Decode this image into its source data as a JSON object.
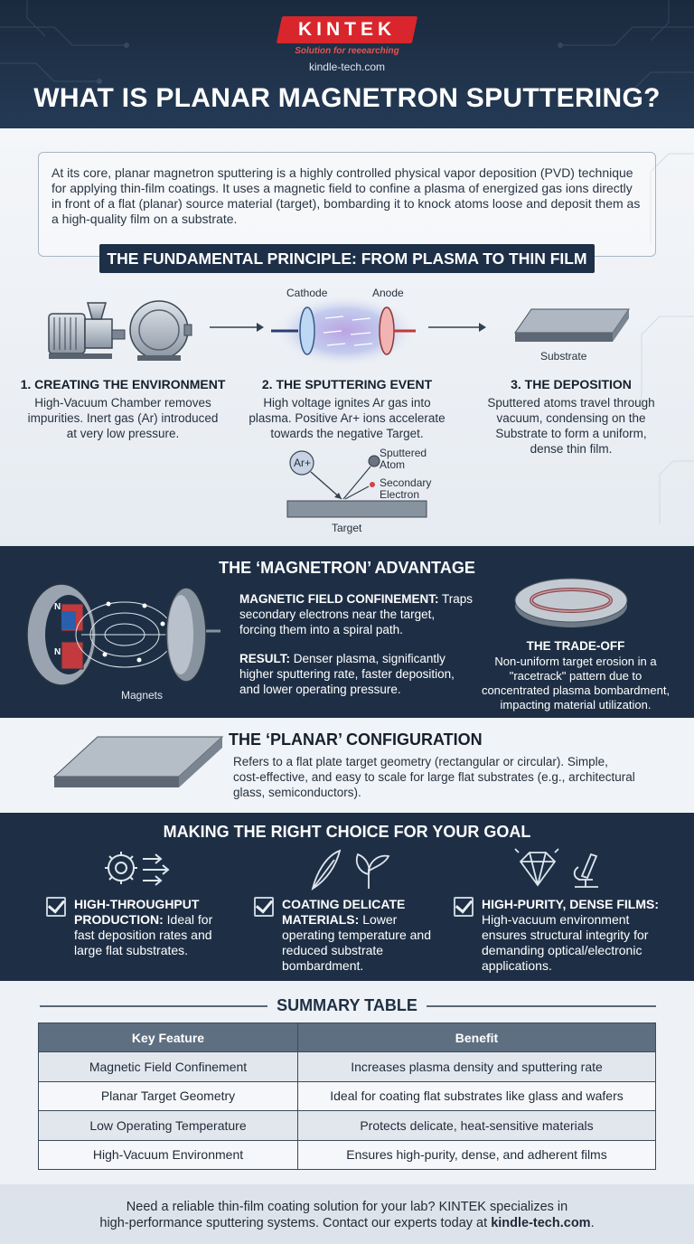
{
  "brand": {
    "logo": "KINTEK",
    "tagline": "Solution for reeearching",
    "site": "kindle-tech.com"
  },
  "main_title": "WHAT IS PLANAR MAGNETRON SPUTTERING?",
  "intro": "At its core, planar magnetron sputtering is a highly controlled physical vapor deposition (PVD) technique for applying thin-film coatings. It uses a magnetic field to confine a plasma of energized gas ions directly in front of a flat (planar) source material (target), bombarding it to knock atoms loose and deposit them as a high-quality film on a substrate.",
  "principle": {
    "title": "THE FUNDAMENTAL PRINCIPLE: FROM PLASMA TO THIN FILM",
    "labels": {
      "cathode": "Cathode",
      "anode": "Anode",
      "substrate": "Substrate",
      "ar": "Ar+",
      "sputtered_atom_1": "Sputtered",
      "sputtered_atom_2": "Atom",
      "secondary_1": "Secondary",
      "secondary_2": "Electron",
      "target": "Target"
    },
    "steps": [
      {
        "title": "1. CREATING THE ENVIRONMENT",
        "desc_lines": [
          "High-Vacuum Chamber removes",
          "impurities. Inert gas (Ar) introduced",
          "at very low pressure."
        ]
      },
      {
        "title": "2. THE SPUTTERING EVENT",
        "desc_lines": [
          "High voltage ignites Ar gas into",
          "plasma. Positive Ar+ ions accelerate",
          "towards the negative Target."
        ]
      },
      {
        "title": "3. THE DEPOSITION",
        "desc_lines": [
          "Sputtered atoms travel through",
          "vacuum, condensing on the",
          "Substrate to form a uniform,",
          "dense thin film."
        ]
      }
    ]
  },
  "magnetron": {
    "title": "THE ‘MAGNETRON’ ADVANTAGE",
    "magnets_label": "Magnets",
    "pole_n": "N",
    "pole_s": "N",
    "confinement_label": "MAGNETIC FIELD CONFINEMENT:",
    "confinement_text_lines": [
      "Traps",
      "secondary electrons near the target,",
      "forcing them into a spiral path."
    ],
    "result_label": "RESULT:",
    "result_text_lines": [
      "Denser plasma, significantly",
      "higher sputtering rate, faster deposition,",
      "and lower operating pressure."
    ],
    "tradeoff_title": "THE TRADE-OFF",
    "tradeoff_lines": [
      "Non-uniform target erosion in a",
      "\"racetrack\" pattern due to",
      "concentrated plasma bombardment,",
      "impacting material utilization."
    ]
  },
  "planar": {
    "title": "THE ‘PLANAR’ CONFIGURATION",
    "text_lines": [
      "Refers to a flat plate target geometry (rectangular or circular). Simple,",
      "cost-effective, and easy to scale for large flat substrates (e.g., architectural",
      "glass, semiconductors)."
    ]
  },
  "choice": {
    "title": "MAKING THE RIGHT CHOICE FOR YOUR GOAL",
    "goals": [
      {
        "head_lines": [
          "HIGH-THROUGHPUT",
          "PRODUCTION:"
        ],
        "text_lines": [
          "Ideal for",
          "fast deposition rates and",
          "large flat substrates."
        ]
      },
      {
        "head_lines": [
          "COATING DELICATE",
          "MATERIALS:"
        ],
        "text_lines": [
          "Lower",
          "operating temperature and",
          "reduced substrate",
          "bombardment."
        ]
      },
      {
        "head_lines": [
          "HIGH-PURITY, DENSE FILMS:"
        ],
        "text_lines": [
          "High-vacuum environment",
          "ensures structural integrity for",
          "demanding optical/electronic",
          "applications."
        ]
      }
    ]
  },
  "summary": {
    "title": "SUMMARY TABLE",
    "headers": [
      "Key Feature",
      "Benefit"
    ],
    "rows": [
      [
        "Magnetic Field Confinement",
        "Increases plasma density and sputtering rate"
      ],
      [
        "Planar Target Geometry",
        "Ideal for coating flat substrates like glass and wafers"
      ],
      [
        "Low Operating Temperature",
        "Protects delicate, heat-sensitive materials"
      ],
      [
        "High-Vacuum Environment",
        "Ensures high-purity, dense, and adherent films"
      ]
    ]
  },
  "footer": {
    "line1": "Need a reliable thin-film coating solution for your lab? KINTEK specializes in",
    "line2_pre": "high-performance sputtering systems. Contact our experts today at",
    "line2_link": "kindle-tech.com",
    "line2_post": "."
  },
  "colors": {
    "navy": "#1e2f45",
    "brand_red": "#d9262c",
    "table_header": "#5e6f82"
  }
}
